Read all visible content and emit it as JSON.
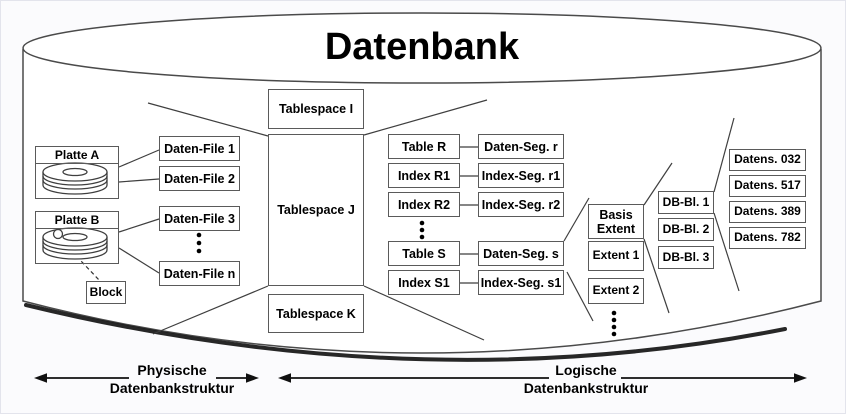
{
  "title": "Datenbank",
  "colors": {
    "background": "#fbfbfd",
    "surface": "#ffffff",
    "line": "#3f3f3f",
    "border": "#5a5a5a",
    "text": "#000000"
  },
  "physical": {
    "disks": [
      {
        "label": "Platte A"
      },
      {
        "label": "Platte B"
      }
    ],
    "block_label": "Block",
    "files": [
      "Daten-File 1",
      "Daten-File 2",
      "Daten-File 3",
      "Daten-File n"
    ]
  },
  "tablespaces": [
    "Tablespace I",
    "Tablespace J",
    "Tablespace K"
  ],
  "objects": [
    {
      "name": "Table R",
      "segment": "Daten-Seg. r"
    },
    {
      "name": "Index R1",
      "segment": "Index-Seg. r1"
    },
    {
      "name": "Index R2",
      "segment": "Index-Seg. r2"
    },
    {
      "name": "Table S",
      "segment": "Daten-Seg. s"
    },
    {
      "name": "Index S1",
      "segment": "Index-Seg. s1"
    }
  ],
  "extents": [
    "Basis Extent",
    "Extent 1",
    "Extent 2"
  ],
  "db_blocks": [
    "DB-Bl. 1",
    "DB-Bl. 2",
    "DB-Bl. 3"
  ],
  "records": [
    "Datens. 032",
    "Datens. 517",
    "Datens. 389",
    "Datens. 782"
  ],
  "legend": {
    "physical": {
      "line1": "Physische",
      "line2": "Datenbankstruktur"
    },
    "logical": {
      "line1": "Logische",
      "line2": "Datenbankstruktur"
    }
  }
}
